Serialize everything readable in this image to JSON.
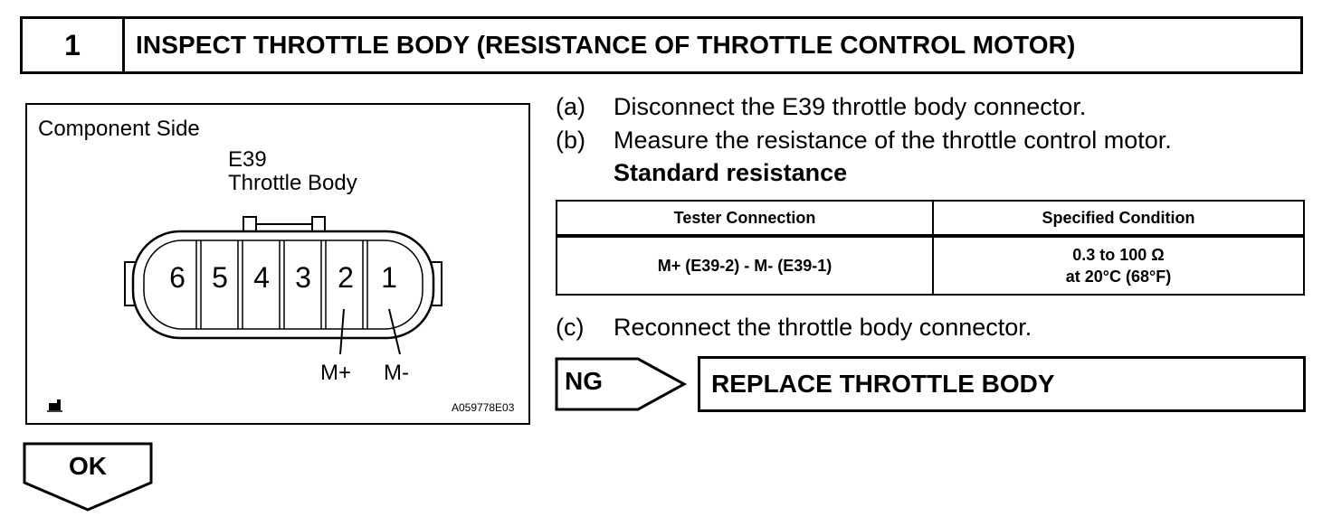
{
  "header": {
    "step_number": "1",
    "title": "INSPECT THROTTLE BODY (RESISTANCE OF THROTTLE CONTROL MOTOR)"
  },
  "figure": {
    "side_label": "Component Side",
    "connector_code": "E39",
    "connector_name": "Throttle Body",
    "pins": [
      "6",
      "5",
      "4",
      "3",
      "2",
      "1"
    ],
    "lead_plus": "M+",
    "lead_minus": "M-",
    "illustration_code": "A059778E03"
  },
  "steps": [
    {
      "label": "(a)",
      "text": "Disconnect the E39 throttle body connector."
    },
    {
      "label": "(b)",
      "text": "Measure the resistance of the throttle control motor."
    },
    {
      "label": "(c)",
      "text": "Reconnect the throttle body connector."
    }
  ],
  "standard_heading": "Standard resistance",
  "spec_table": {
    "headers": [
      "Tester Connection",
      "Specified Condition"
    ],
    "rows": [
      {
        "connection": "M+ (E39-2) - M- (E39-1)",
        "condition_line1": "0.3 to 100 Ω",
        "condition_line2": "at 20°C (68°F)"
      }
    ]
  },
  "result_ng": {
    "label": "NG",
    "action": "REPLACE THROTTLE BODY"
  },
  "result_ok": {
    "label": "OK"
  }
}
